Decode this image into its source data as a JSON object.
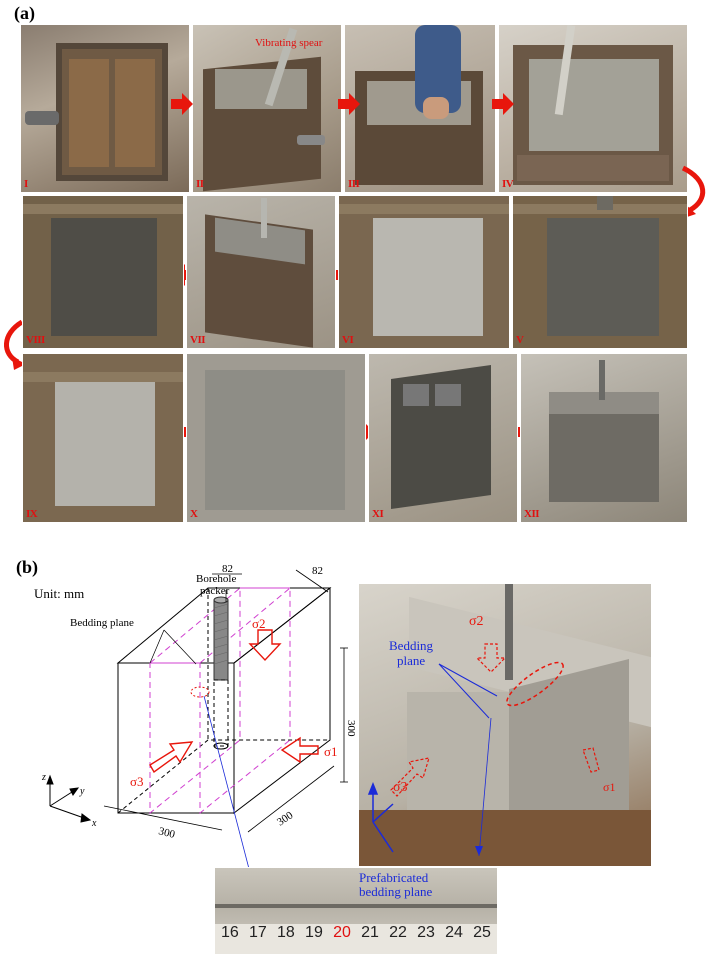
{
  "panel_a": {
    "label": "(a)",
    "steps": [
      "I",
      "II",
      "III",
      "IV",
      "V",
      "VI",
      "VII",
      "VIII",
      "IX",
      "X",
      "XI",
      "XII"
    ],
    "annotation": "Vibrating spear"
  },
  "panel_b": {
    "label": "(b)",
    "unit": "Unit: mm",
    "borehole": [
      "Borehole",
      "packer"
    ],
    "bedding_plane_left": "Bedding plane",
    "dim_82_top": "82",
    "dim_82_right": "82",
    "dim_300_vertical": "300",
    "dim_300_left": "300",
    "dim_300_right": "300",
    "sigma1": "σ1",
    "sigma2": "σ2",
    "sigma3": "σ3",
    "axes": {
      "z": "z",
      "y": "y",
      "x": "x"
    },
    "photo_bedding_plane": [
      "Bedding",
      "plane"
    ],
    "prefab": [
      "Prefabricated",
      "bedding plane"
    ],
    "ruler_ticks": [
      "16",
      "17",
      "18",
      "19",
      "20",
      "21",
      "22",
      "23",
      "24",
      "25"
    ],
    "ruler_highlight": "20"
  },
  "colors": {
    "arrow": "#e8160c",
    "magenta": "#d040d0",
    "blue": "#1b2bd8",
    "metal": "#6b5a48",
    "concrete": "#a9a7a0"
  }
}
